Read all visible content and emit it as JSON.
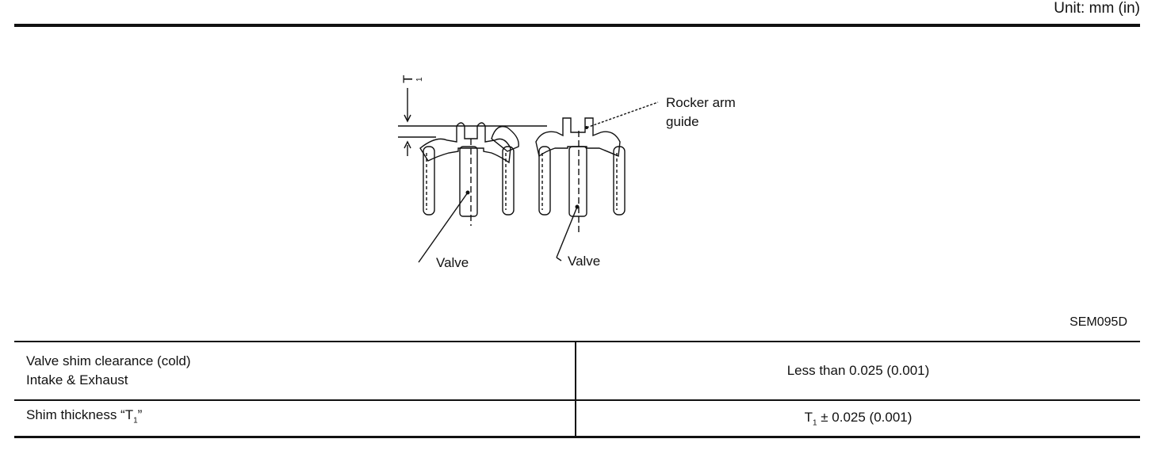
{
  "unit_label": "Unit: mm (in)",
  "figure": {
    "code": "SEM095D",
    "labels": {
      "t1": "T",
      "t1_sub": "1",
      "rocker_line1": "Rocker arm",
      "rocker_line2": "guide",
      "valve_left": "Valve",
      "valve_right": "Valve"
    }
  },
  "spec_table": {
    "rows": [
      {
        "label_lines": [
          "Valve shim clearance (cold)",
          "Intake & Exhaust"
        ],
        "value": "Less than 0.025 (0.001)"
      },
      {
        "label_prefix": "Shim thickness “T",
        "label_sub": "1",
        "label_suffix": "”",
        "value_prefix": "T",
        "value_sub": "1",
        "value_suffix": " ± 0.025 (0.001)"
      }
    ]
  }
}
